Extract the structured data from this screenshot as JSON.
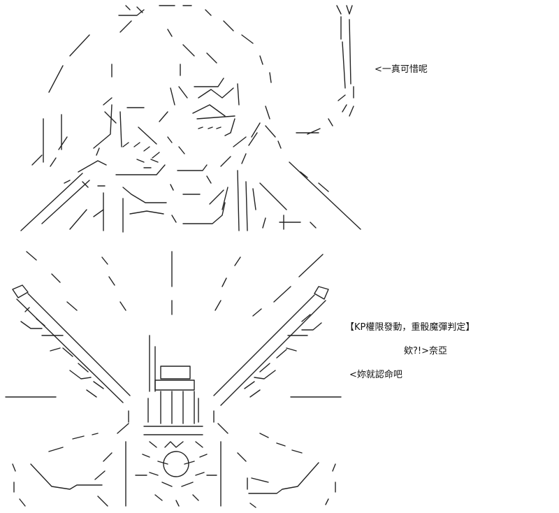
{
  "captions": {
    "top": "<一真可惜呢",
    "kp_power": "【KP權限發動，重骰魔彈判定】",
    "huh": "欸?!>奈亞",
    "accept": "<妳就認命吧"
  },
  "colors": {
    "background": "#ffffff",
    "ink": "#222222"
  }
}
